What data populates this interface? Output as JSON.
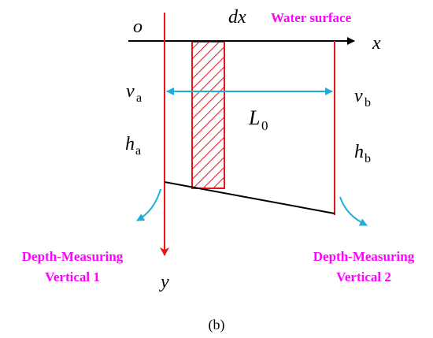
{
  "colors": {
    "vertical": "#e8141c",
    "hatch": "#e8141c",
    "arrow_L0": "#1ab0d8",
    "axis": "#000000",
    "label_magenta": "#ff00ff"
  },
  "labels": {
    "origin": "o",
    "dx": "dx",
    "water_surface": "Water surface",
    "x_axis": "x",
    "y_axis": "y",
    "va_main": "v",
    "va_sub": "a",
    "vb_main": "v",
    "vb_sub": "b",
    "L0_main": "L",
    "L0_sub": "0",
    "ha_main": "h",
    "ha_sub": "a",
    "hb_main": "h",
    "hb_sub": "b",
    "vertical1_line1": "Depth-Measuring",
    "vertical1_line2": "Vertical 1",
    "vertical2_line1": "Depth-Measuring",
    "vertical2_line2": "Vertical 2",
    "caption": "(b)"
  }
}
